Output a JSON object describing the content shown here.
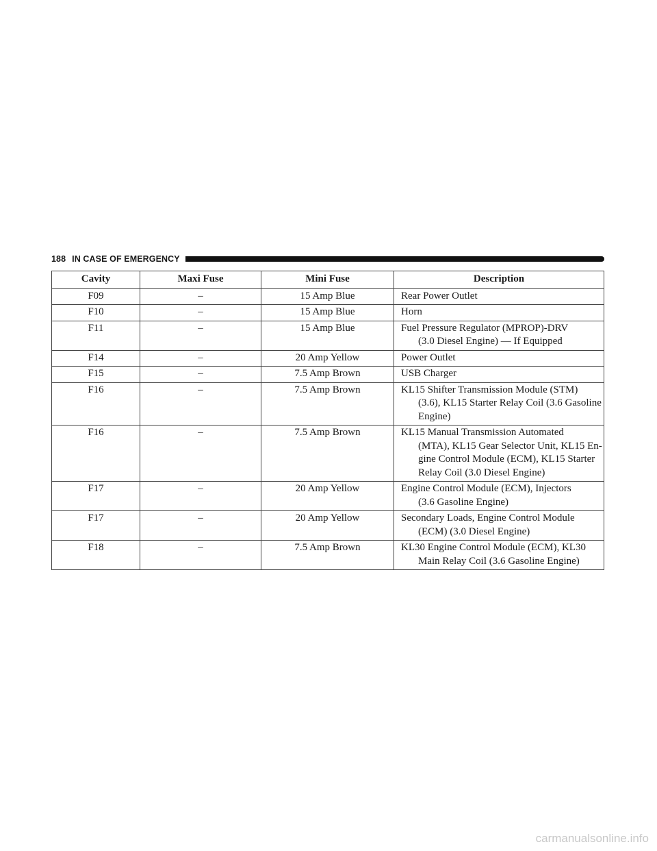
{
  "header": {
    "page_number": "188",
    "section_title": "IN CASE OF EMERGENCY"
  },
  "table": {
    "columns": [
      "Cavity",
      "Maxi Fuse",
      "Mini Fuse",
      "Description"
    ],
    "rows": [
      {
        "cavity": "F09",
        "maxi": "–",
        "mini": "15 Amp Blue",
        "description": [
          "Rear Power Outlet"
        ]
      },
      {
        "cavity": "F10",
        "maxi": "–",
        "mini": "15 Amp Blue",
        "description": [
          "Horn"
        ]
      },
      {
        "cavity": "F11",
        "maxi": "–",
        "mini": "15 Amp Blue",
        "description": [
          "Fuel Pressure Regulator (MPROP)-DRV",
          "(3.0 Diesel Engine) — If Equipped"
        ]
      },
      {
        "cavity": "F14",
        "maxi": "–",
        "mini": "20 Amp Yellow",
        "description": [
          "Power Outlet"
        ]
      },
      {
        "cavity": "F15",
        "maxi": "–",
        "mini": "7.5 Amp Brown",
        "description": [
          "USB Charger"
        ]
      },
      {
        "cavity": "F16",
        "maxi": "–",
        "mini": "7.5 Amp Brown",
        "description": [
          "KL15 Shifter Transmission Module (STM)",
          "(3.6), KL15 Starter Relay Coil (3.6 Gasoline",
          "Engine)"
        ]
      },
      {
        "cavity": "F16",
        "maxi": "–",
        "mini": "7.5 Amp Brown",
        "description": [
          "KL15 Manual Transmission Automated",
          "(MTA), KL15 Gear Selector Unit, KL15 En-",
          "gine Control Module (ECM), KL15 Starter",
          "Relay Coil (3.0 Diesel Engine)"
        ]
      },
      {
        "cavity": "F17",
        "maxi": "–",
        "mini": "20 Amp Yellow",
        "description": [
          "Engine Control Module (ECM), Injectors",
          "(3.6 Gasoline Engine)"
        ]
      },
      {
        "cavity": "F17",
        "maxi": "–",
        "mini": "20 Amp Yellow",
        "description": [
          "Secondary Loads, Engine Control Module",
          "(ECM) (3.0 Diesel Engine)"
        ]
      },
      {
        "cavity": "F18",
        "maxi": "–",
        "mini": "7.5 Amp Brown",
        "description": [
          "KL30 Engine Control Module (ECM), KL30",
          "Main Relay Coil (3.6 Gasoline Engine)"
        ]
      }
    ]
  },
  "watermark": "carmanualsonline.info"
}
